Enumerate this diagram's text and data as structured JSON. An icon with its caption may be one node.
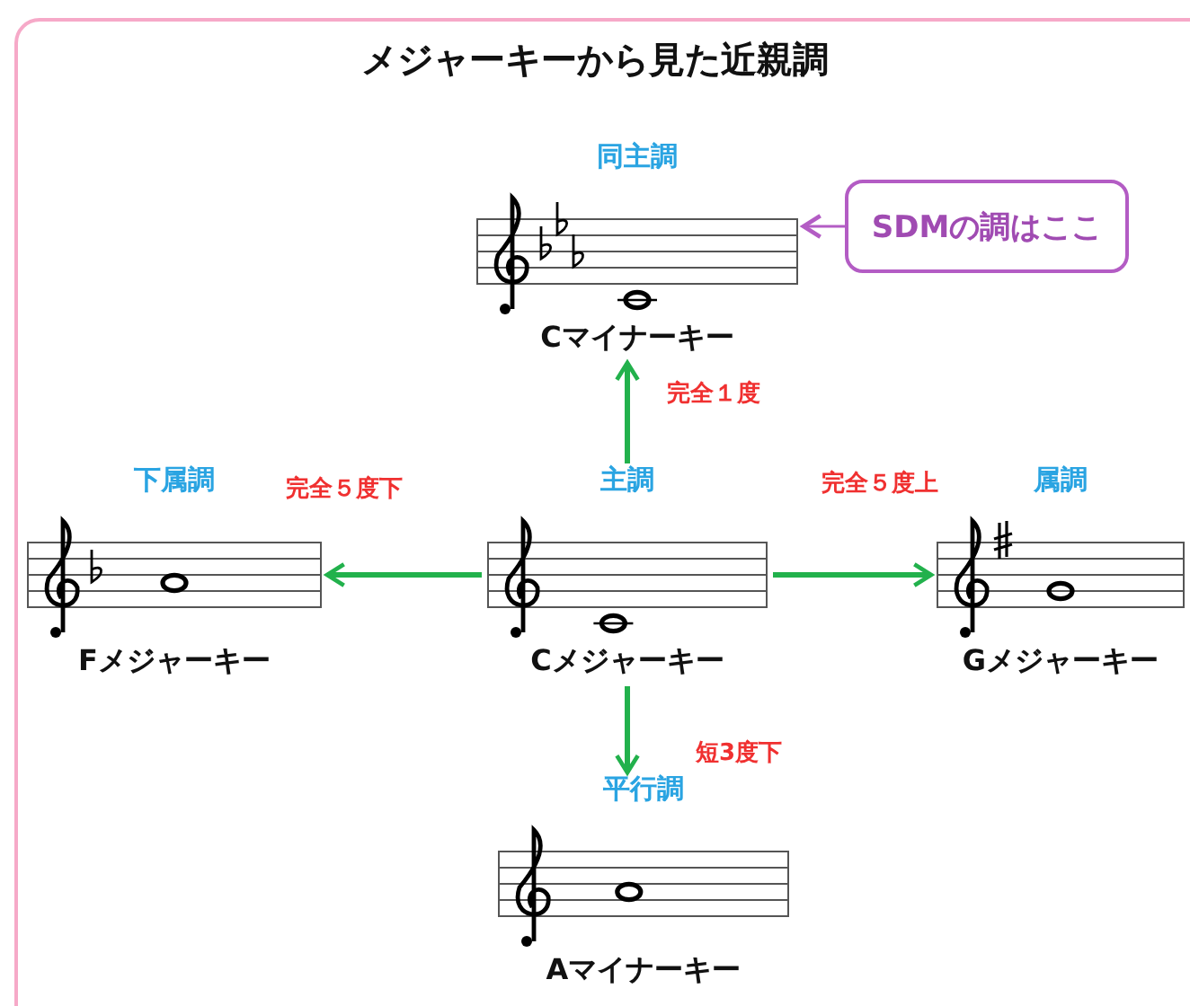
{
  "diagram": {
    "title": "メジャーキーから見た近親調",
    "nodes": [
      {
        "text": [
          "同主調",
          "Cマイナーキー"
        ]
      },
      {
        "text": [
          "SDMの調はここ"
        ]
      },
      {
        "text": [
          "下属調",
          "Fメジャーキー"
        ]
      },
      {
        "text": [
          "主調",
          "Cメジャーキー"
        ]
      },
      {
        "text": [
          "属調",
          "Gメジャーキー"
        ]
      },
      {
        "text": [
          "平行調",
          "Aマイナーキー"
        ]
      }
    ],
    "edges": [
      {
        "from": 1,
        "to": 0,
        "arrow": "to",
        "color": "#b35cc4"
      },
      {
        "from": 3,
        "to": 0,
        "arrow": "to",
        "label": "完全１度"
      },
      {
        "from": 3,
        "to": 2,
        "arrow": "to",
        "label": "完全５度下"
      },
      {
        "from": 3,
        "to": 4,
        "arrow": "to",
        "label": "完全５度上"
      },
      {
        "from": 3,
        "to": 5,
        "arrow": "to",
        "label": "短3度下"
      }
    ]
  }
}
